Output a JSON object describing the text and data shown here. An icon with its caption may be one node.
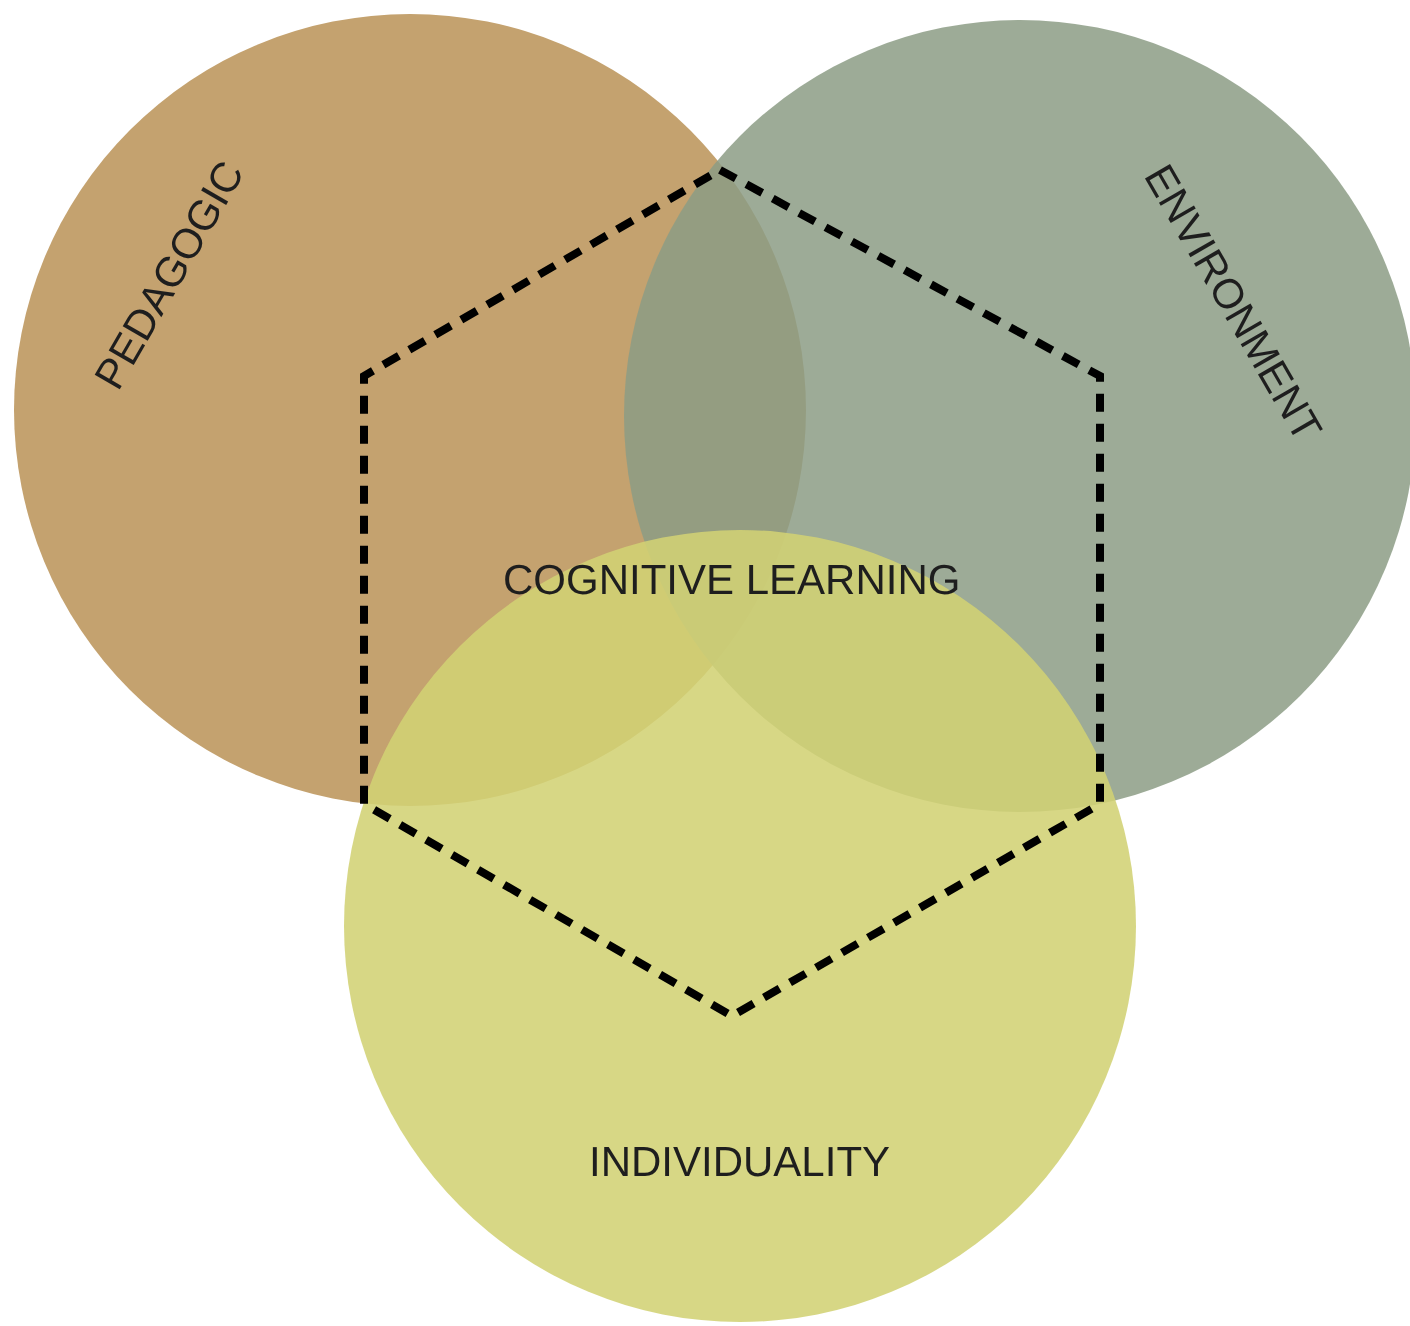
{
  "diagram": {
    "nodes": [
      {
        "text": [
          "PEDAGOGIC"
        ]
      },
      {
        "text": [
          "ENVIRONMENT"
        ]
      },
      {
        "text": [
          "INDIVIDUALITY"
        ]
      },
      {
        "text": [
          "COGNITIVE LEARNING"
        ]
      }
    ]
  }
}
